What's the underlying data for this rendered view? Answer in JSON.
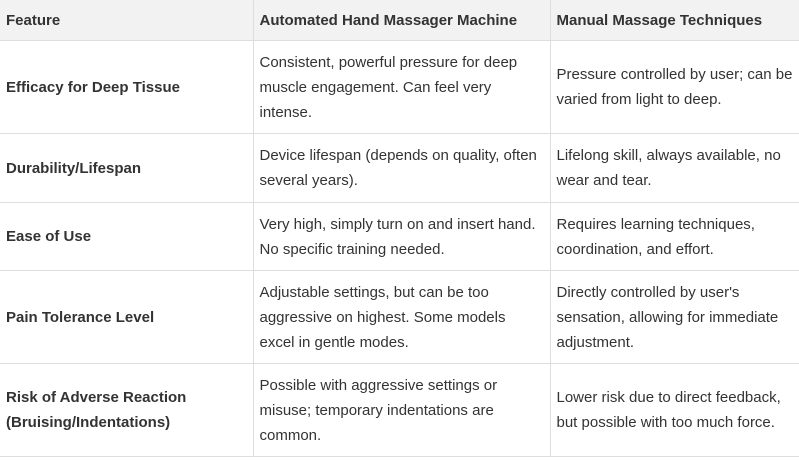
{
  "table": {
    "headers": [
      "Feature",
      "Automated Hand Massager Machine",
      "Manual Massage Techniques"
    ],
    "rows": [
      {
        "feature": "Efficacy for Deep Tissue",
        "automated": "Consistent, powerful pressure for deep muscle engagement. Can feel very intense.",
        "manual": "Pressure controlled by user; can be varied from light to deep."
      },
      {
        "feature": "Durability/Lifespan",
        "automated": "Device lifespan (depends on quality, often several years).",
        "manual": "Lifelong skill, always available, no wear and tear."
      },
      {
        "feature": "Ease of Use",
        "automated": "Very high, simply turn on and insert hand. No specific training needed.",
        "manual": "Requires learning techniques, coordination, and effort."
      },
      {
        "feature": "Pain Tolerance Level",
        "automated": "Adjustable settings, but can be too aggressive on highest. Some models excel in gentle modes.",
        "manual": "Directly controlled by user's sensation, allowing for immediate adjustment."
      },
      {
        "feature": "Risk of Adverse Reaction (Bruising/Indentations)",
        "automated": "Possible with aggressive settings or misuse; temporary indentations are common.",
        "manual": "Lower risk due to direct feedback, but possible with too much force."
      }
    ]
  }
}
